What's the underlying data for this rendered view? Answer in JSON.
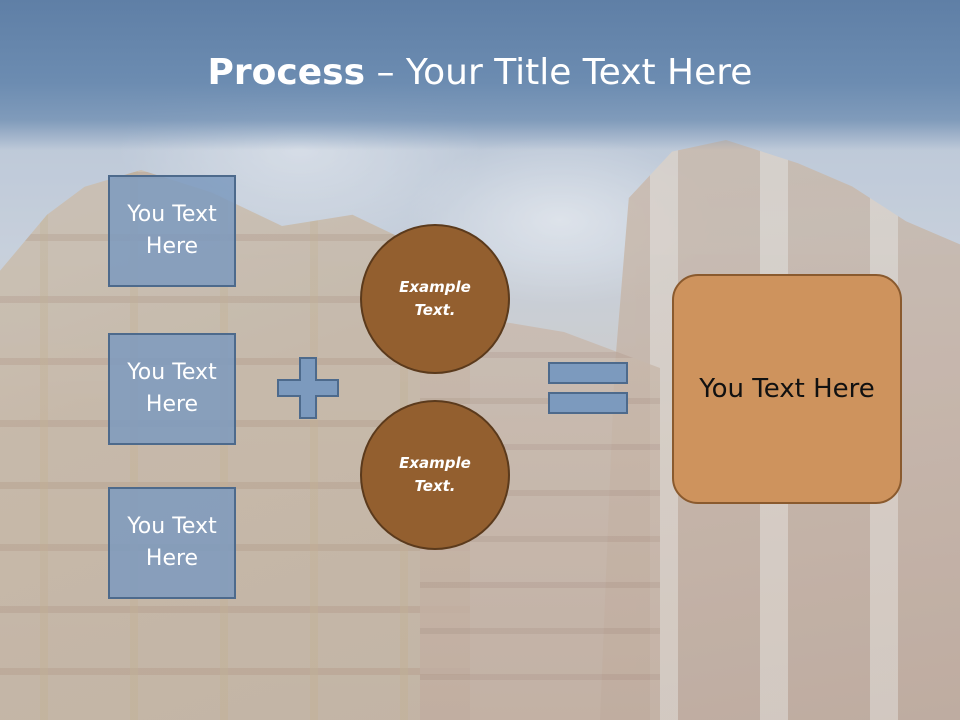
{
  "slide": {
    "title_bold": "Process",
    "title_rest": " – Your Title Text Here"
  },
  "left_boxes": [
    {
      "label": "You Text Here"
    },
    {
      "label": "You Text Here"
    },
    {
      "label": "You Text Here"
    }
  ],
  "circles": [
    {
      "label": "Example Text."
    },
    {
      "label": "Example Text."
    }
  ],
  "result": {
    "label": "You Text Here"
  },
  "icons": {
    "plus": "plus-icon",
    "equals": "equals-icon"
  },
  "colors": {
    "title_band": "#6c8cb1",
    "box_fill": "#7c9abe",
    "circle_fill": "#935f2f",
    "result_fill": "#ce935d"
  }
}
